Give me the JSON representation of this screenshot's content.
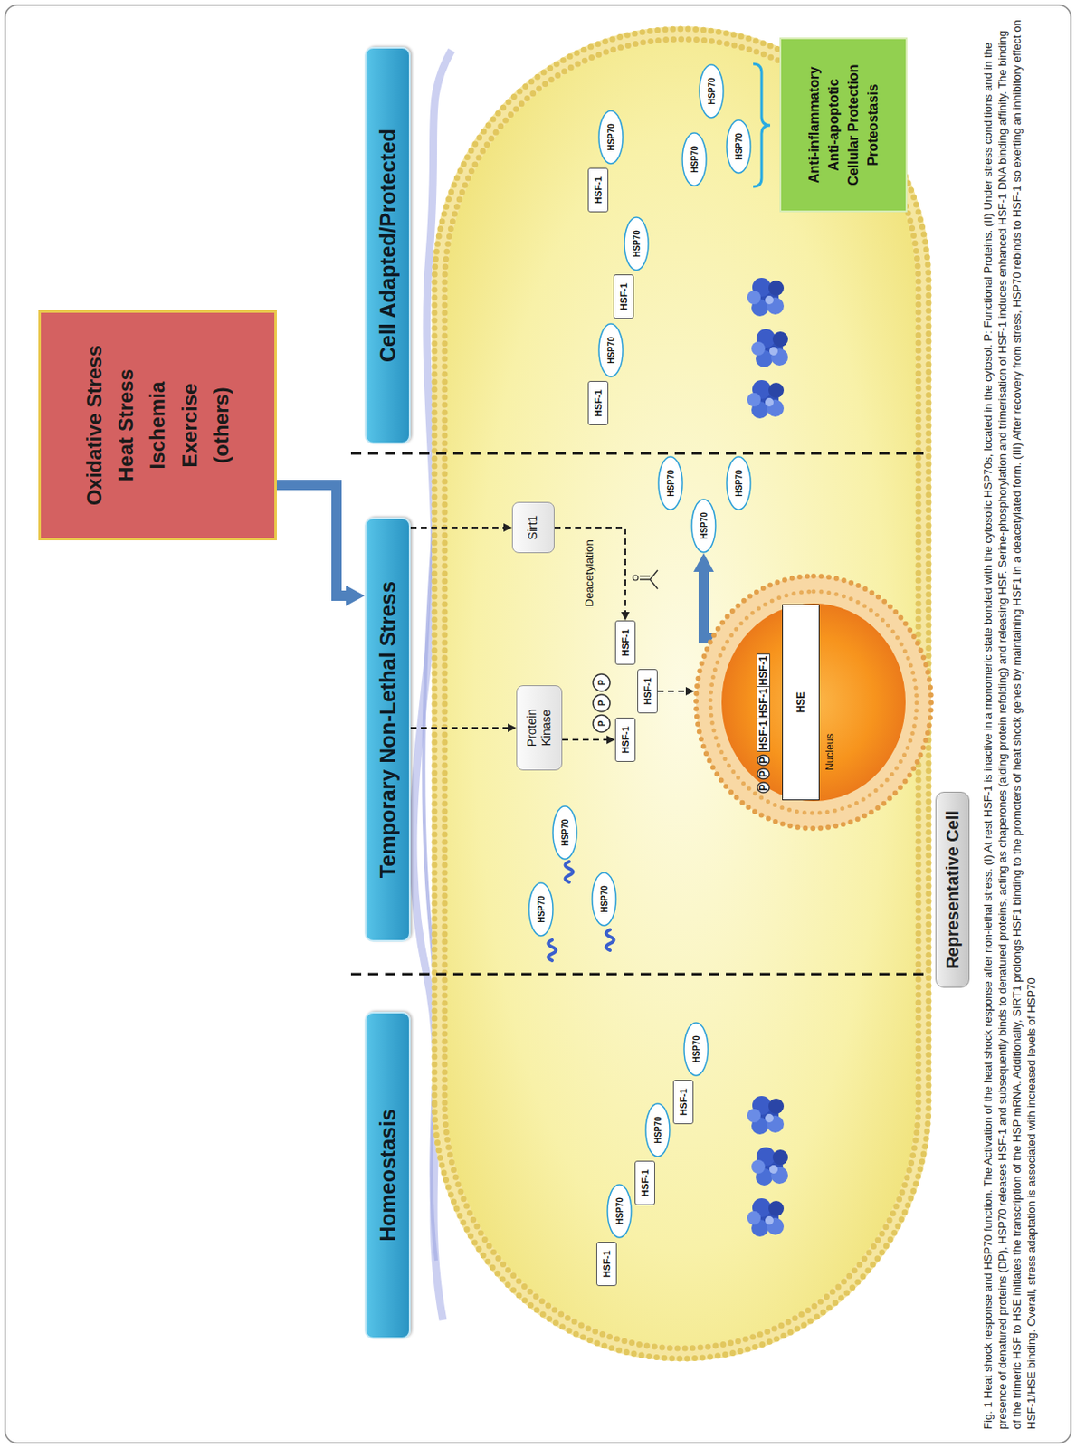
{
  "diagram": {
    "caption": "Fig. 1 Heat shock response and HSP70 function. The Activation of the heat shock response after non-lethal stress. (I) At rest HSF-1 is inactive in a monomeric state bonded with the cytosolic HSP70s, located in the cytosol. P: Functional Proteins. (II) Under stress conditions and in the presence of denatured proteins (DP), HSP70 releases HSF-1 and subsequently binds to denatured proteins, acting as chaperones (aiding protein refolding) and releasing HSF. Serine-phosphorylation and trimerisation of HSF-1 induces enhanced HSF-1 DNA binding affinity. The binding of the trimeric HSF to HSE initiates the transcription of the HSP mRNA. Additionally, SIRT1 prolongs HSF1 binding to the promoters of heat shock genes by maintaining HSF1 in a deacetylated form. (III) After recovery from stress, HSP70 rebinds to HSF-1 so exerting an inhibitory effect on HSF-1/HSE binding. Overall, stress adaptation is associated with increased levels of HSP70",
    "nodes": [
      {
        "text": [
          "Oxidative Stress",
          "Heat Stress",
          "Ischemia",
          "Exercise",
          "(others)"
        ]
      },
      {
        "text": [
          "Homeostasis"
        ]
      },
      {
        "text": [
          "Temporary Non-Lethal Stress"
        ]
      },
      {
        "text": [
          "Cell Adapted/Protected"
        ]
      },
      {
        "text": [
          "HSF-1"
        ]
      },
      {
        "text": [
          "HSP70"
        ]
      },
      {
        "text": [
          "HSF-1"
        ]
      },
      {
        "text": [
          "HSP70"
        ]
      },
      {
        "text": [
          "HSF-1"
        ]
      },
      {
        "text": [
          "HSP70"
        ]
      },
      {
        "text": [
          "HSP70"
        ]
      },
      {
        "text": [
          "HSP70"
        ]
      },
      {
        "text": [
          "HSP70"
        ]
      },
      {
        "text": [
          "Protein Kinase"
        ]
      },
      {
        "text": [
          "Sirt1"
        ]
      },
      {
        "text": [
          "P"
        ]
      },
      {
        "text": [
          "P"
        ]
      },
      {
        "text": [
          "P"
        ]
      },
      {
        "text": [
          "HSF-1"
        ]
      },
      {
        "text": [
          "HSF-1"
        ]
      },
      {
        "text": [
          "HSF-1"
        ]
      },
      {
        "text": [
          "Nucleus"
        ]
      },
      {
        "text": [
          "P"
        ],
        "in": 21
      },
      {
        "text": [
          "P"
        ],
        "in": 21
      },
      {
        "text": [
          "P"
        ],
        "in": 21
      },
      {
        "text": [
          "HSF-1"
        ],
        "in": 21
      },
      {
        "text": [
          "HSF-1"
        ],
        "in": 21
      },
      {
        "text": [
          "HSF-1"
        ],
        "in": 21
      },
      {
        "text": [
          "HSE"
        ],
        "in": 21
      },
      {
        "text": [
          "HSP70"
        ]
      },
      {
        "text": [
          "HSP70"
        ]
      },
      {
        "text": [
          "HSP70"
        ]
      },
      {
        "text": [
          "HSF-1"
        ]
      },
      {
        "text": [
          "HSP70"
        ]
      },
      {
        "text": [
          "HSF-1"
        ]
      },
      {
        "text": [
          "HSP70"
        ]
      },
      {
        "text": [
          "HSF-1"
        ]
      },
      {
        "text": [
          "HSP70"
        ]
      },
      {
        "text": [
          "HSP70"
        ]
      },
      {
        "text": [
          "HSP70"
        ]
      },
      {
        "text": [
          "HSP70"
        ]
      },
      {
        "text": [
          "Anti-inflammatory",
          "Anti-apoptotic",
          "Cellular Protection",
          "Proteostasis"
        ]
      },
      {
        "text": [
          "Representative Cell"
        ]
      }
    ],
    "edges": [
      {
        "from": 0,
        "to": 2,
        "arrow": "to"
      },
      {
        "from": 2,
        "to": 13,
        "arrow": "to"
      },
      {
        "from": 2,
        "to": 14,
        "arrow": "to"
      },
      {
        "from": 13,
        "to": 18,
        "arrow": "to"
      },
      {
        "from": 14,
        "to": 20,
        "label": "Deacetylation",
        "arrow": "to"
      },
      {
        "from": 19,
        "to": 21,
        "arrow": "to"
      },
      {
        "from": 28,
        "to": 29,
        "arrow": "to"
      }
    ]
  }
}
